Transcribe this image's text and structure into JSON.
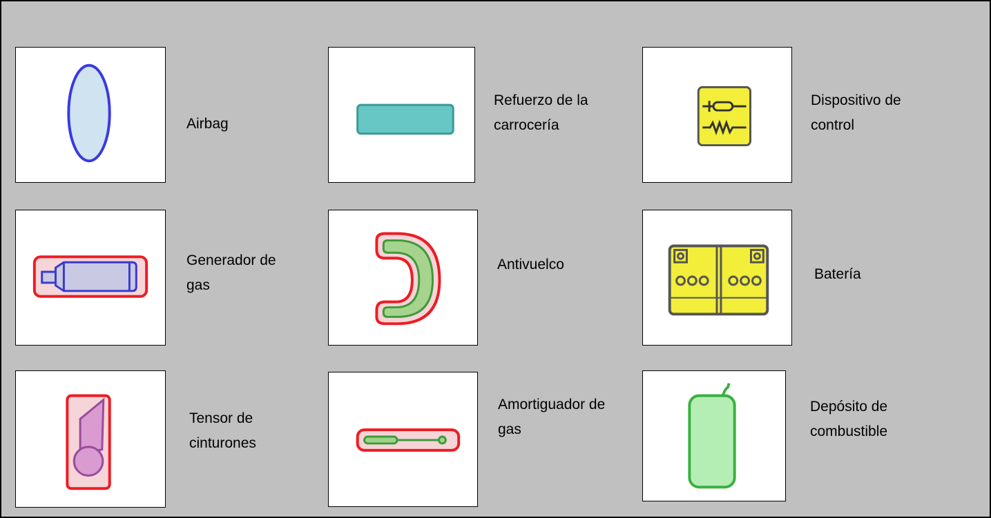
{
  "legend": {
    "items": [
      {
        "id": "airbag",
        "label_lines": [
          "Airbag"
        ],
        "icon": "airbag-icon"
      },
      {
        "id": "body-reinforcement",
        "label_lines": [
          "Refuerzo de la",
          "carrocería"
        ],
        "icon": "body-reinforcement-icon"
      },
      {
        "id": "control-unit",
        "label_lines": [
          "Dispositivo de",
          "control"
        ],
        "icon": "control-unit-icon"
      },
      {
        "id": "gas-generator",
        "label_lines": [
          "Generador de",
          "gas"
        ],
        "icon": "gas-generator-icon"
      },
      {
        "id": "rollover-bar",
        "label_lines": [
          "Antivuelco"
        ],
        "icon": "rollover-bar-icon"
      },
      {
        "id": "battery",
        "label_lines": [
          "Batería"
        ],
        "icon": "battery-icon"
      },
      {
        "id": "belt-tensioner",
        "label_lines": [
          "Tensor de",
          "cinturones"
        ],
        "icon": "belt-tensioner-icon"
      },
      {
        "id": "gas-strut",
        "label_lines": [
          "Amortiguador de",
          "gas"
        ],
        "icon": "gas-strut-icon"
      },
      {
        "id": "fuel-tank",
        "label_lines": [
          "Depósito de",
          "combustible"
        ],
        "icon": "fuel-tank-icon"
      }
    ]
  },
  "colors": {
    "panel_background": "#c0c0c0",
    "airbag_fill": "#cfe3f0",
    "airbag_stroke": "#3a3ae0",
    "reinforcement_fill": "#66c7c4",
    "reinforcement_stroke": "#3a9a97",
    "warning_fill": "#f5d5d8",
    "warning_stroke": "#ee1c24",
    "generator_fill": "#c9c9e3",
    "generator_stroke": "#3a3ad0",
    "rollover_fill": "#a6d48f",
    "rollover_stroke": "#3e9a3a",
    "device_fill": "#f2ee3a",
    "device_stroke": "#555555",
    "tensioner_fill": "#d99bd0",
    "tensioner_stroke": "#9a4a9a",
    "strut_fill": "#9ed48a",
    "strut_stroke": "#3e9a3a",
    "tank_fill": "#b5eeb5",
    "tank_stroke": "#3ab040"
  }
}
